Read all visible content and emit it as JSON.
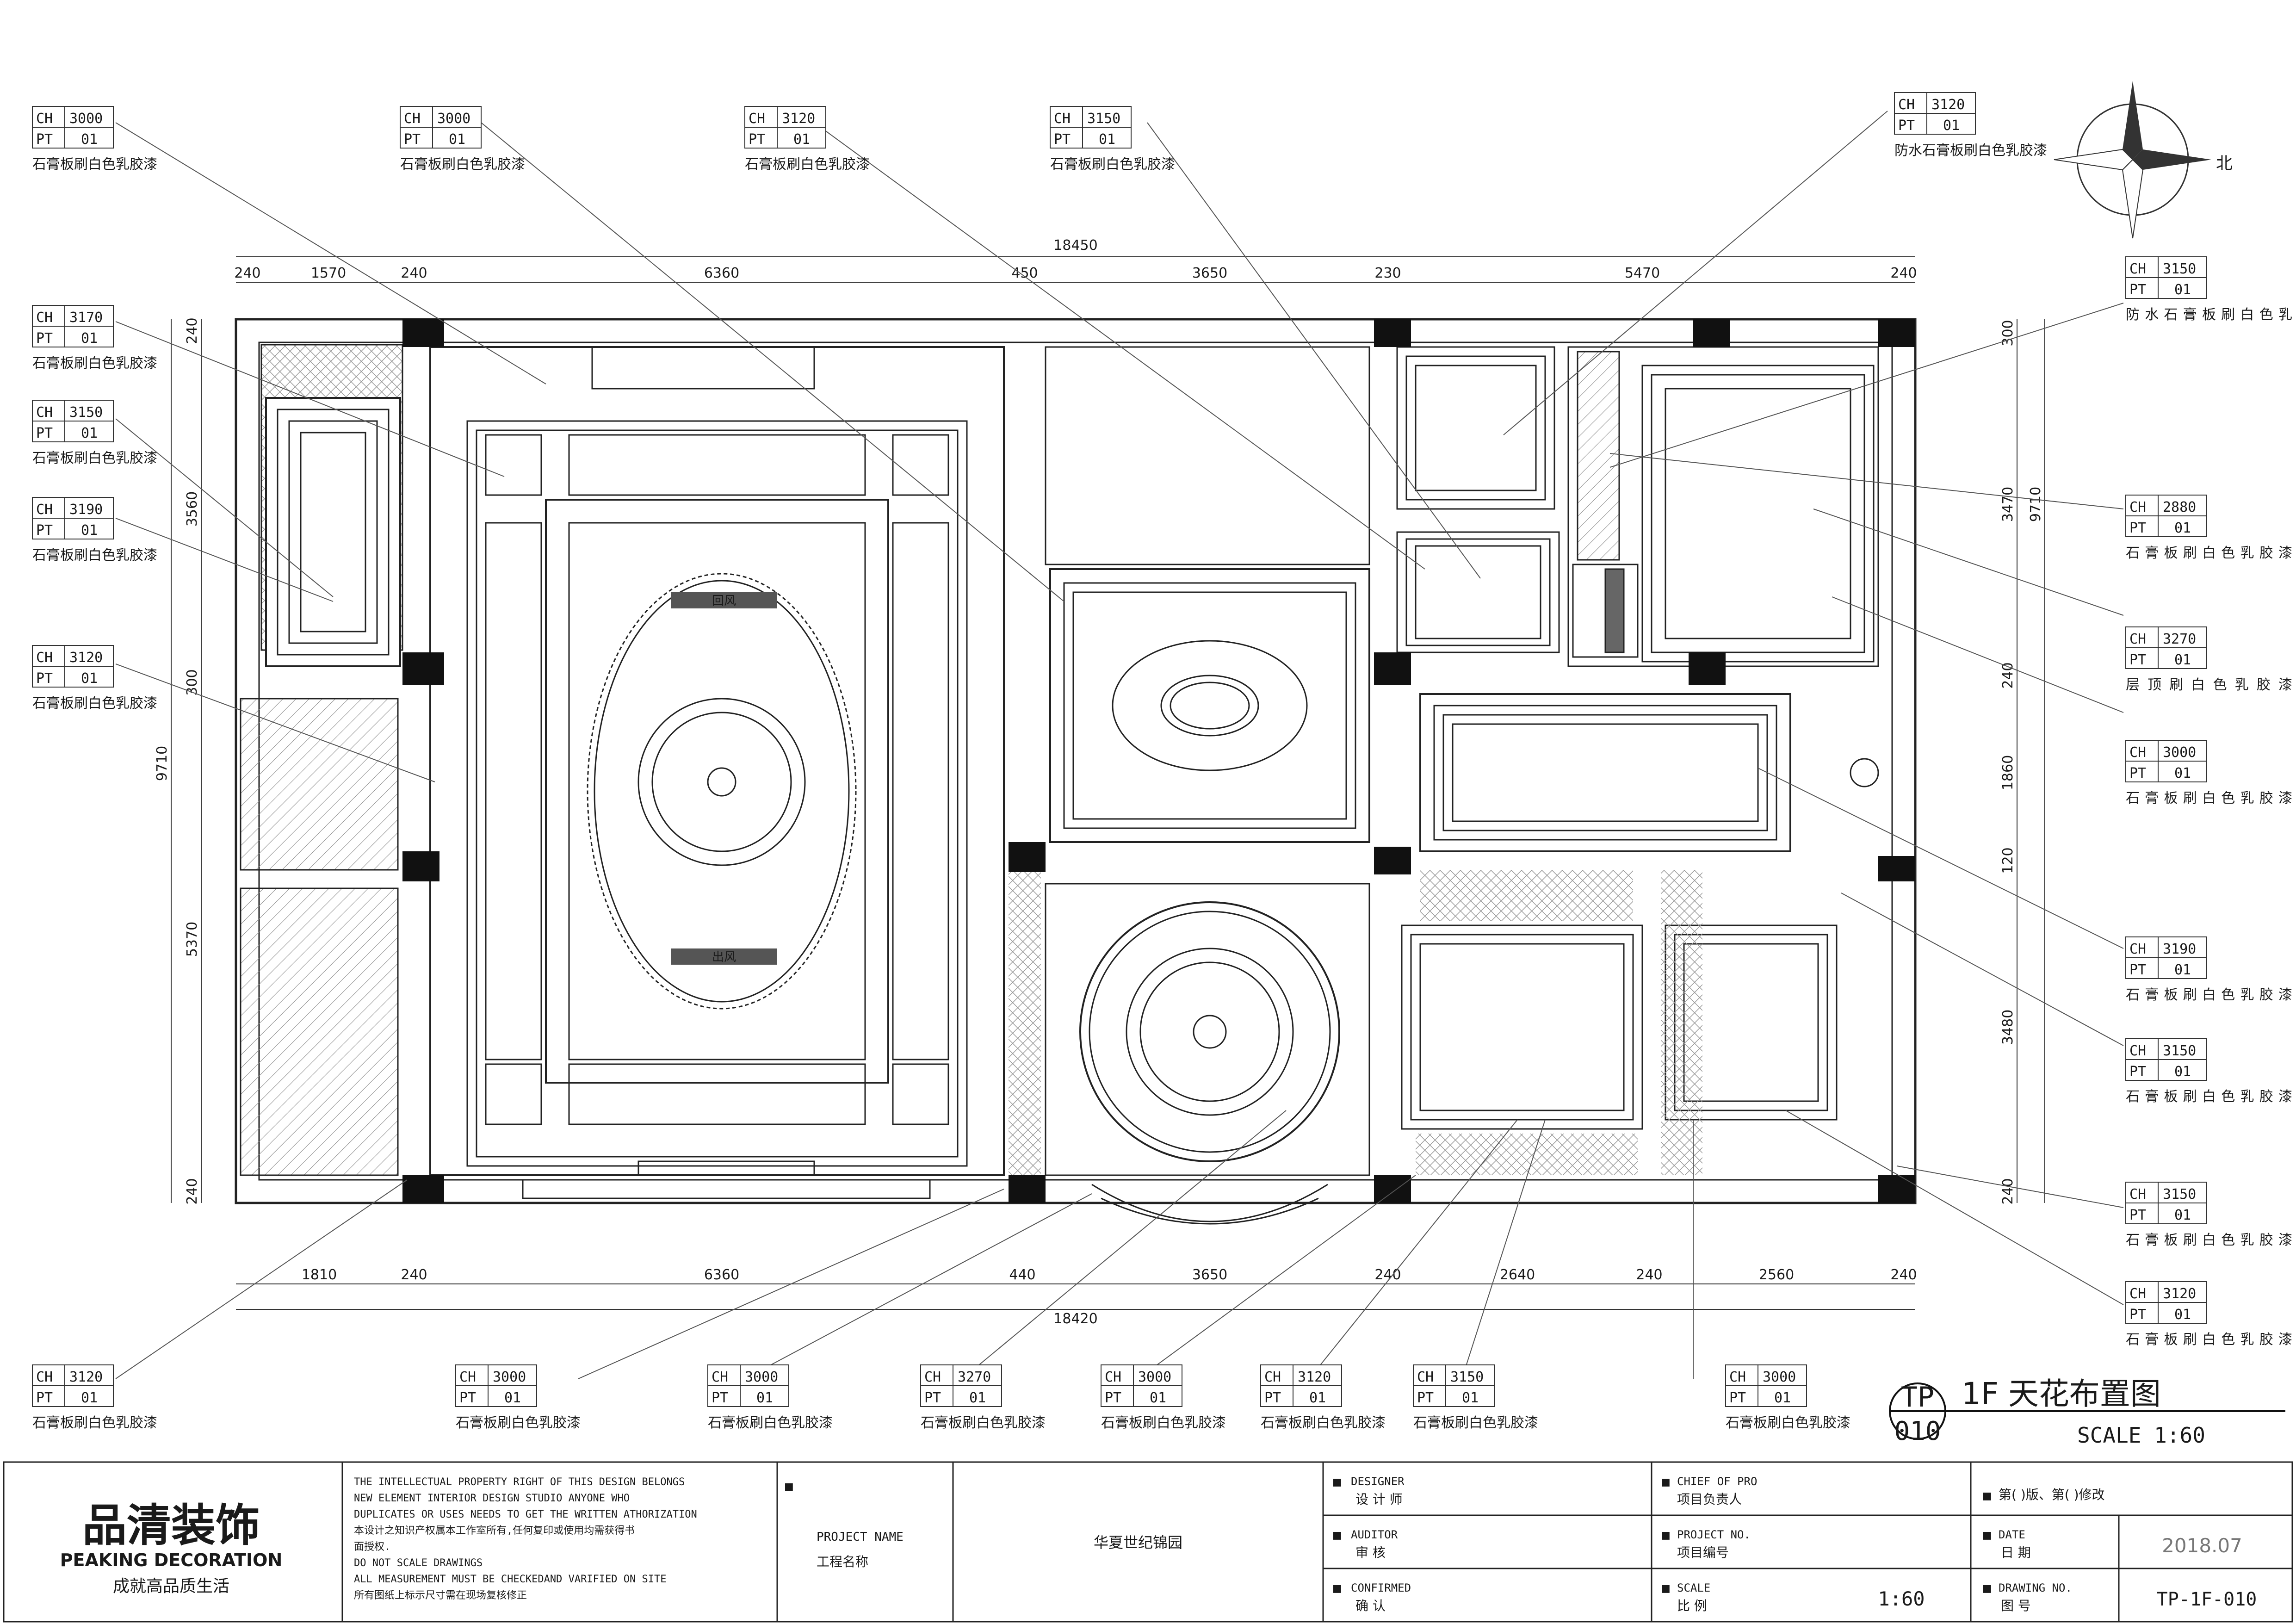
{
  "drawing": {
    "north_label": "北",
    "title_code": "TP",
    "title_number": "010",
    "title": "1F  天花布置图",
    "scale_text": "SCALE 1:60"
  },
  "dimensions": {
    "top_total": "18450",
    "top": [
      "240",
      "1570",
      "240",
      "6360",
      "450",
      "3650",
      "230",
      "5470",
      "240"
    ],
    "bottom_total": "18420",
    "bottom": [
      "1810",
      "240",
      "6360",
      "440",
      "3650",
      "240",
      "2640",
      "240",
      "2560",
      "240"
    ],
    "left": [
      "240",
      "3560",
      "300",
      "5370",
      "240"
    ],
    "left_total": "9710",
    "right": [
      "300",
      "3470",
      "240",
      "1860",
      "120",
      "3480",
      "240"
    ],
    "right_total": "9710"
  },
  "room_labels": {
    "vent_top": "回风",
    "vent_bottom": "出风"
  },
  "tags": [
    {
      "ch": "CH",
      "h": "3000",
      "pt": "PT",
      "code": "01",
      "note": "石膏板刷白色乳胶漆"
    },
    {
      "ch": "CH",
      "h": "3000",
      "pt": "PT",
      "code": "01",
      "note": "石膏板刷白色乳胶漆"
    },
    {
      "ch": "CH",
      "h": "3120",
      "pt": "PT",
      "code": "01",
      "note": "石膏板刷白色乳胶漆"
    },
    {
      "ch": "CH",
      "h": "3150",
      "pt": "PT",
      "code": "01",
      "note": "石膏板刷白色乳胶漆"
    },
    {
      "ch": "CH",
      "h": "3120",
      "pt": "PT",
      "code": "01",
      "note": "防水石膏板刷白色乳胶漆"
    },
    {
      "ch": "CH",
      "h": "3150",
      "pt": "PT",
      "code": "01",
      "note": "防水石膏板刷白色乳"
    },
    {
      "ch": "CH",
      "h": "3170",
      "pt": "PT",
      "code": "01",
      "note": "石膏板刷白色乳胶漆"
    },
    {
      "ch": "CH",
      "h": "3150",
      "pt": "PT",
      "code": "01",
      "note": "石膏板刷白色乳胶漆"
    },
    {
      "ch": "CH",
      "h": "3190",
      "pt": "PT",
      "code": "01",
      "note": "石膏板刷白色乳胶漆"
    },
    {
      "ch": "CH",
      "h": "3120",
      "pt": "PT",
      "code": "01",
      "note": "石膏板刷白色乳胶漆"
    },
    {
      "ch": "CH",
      "h": "2880",
      "pt": "PT",
      "code": "01",
      "note": "石膏板刷白色乳胶漆"
    },
    {
      "ch": "CH",
      "h": "3270",
      "pt": "PT",
      "code": "01",
      "note": "层顶刷白色乳胶漆"
    },
    {
      "ch": "CH",
      "h": "3000",
      "pt": "PT",
      "code": "01",
      "note": "石膏板刷白色乳胶漆"
    },
    {
      "ch": "CH",
      "h": "3190",
      "pt": "PT",
      "code": "01",
      "note": "石膏板刷白色乳胶漆"
    },
    {
      "ch": "CH",
      "h": "3150",
      "pt": "PT",
      "code": "01",
      "note": "石膏板刷白色乳胶漆"
    },
    {
      "ch": "CH",
      "h": "3150",
      "pt": "PT",
      "code": "01",
      "note": "石膏板刷白色乳胶漆"
    },
    {
      "ch": "CH",
      "h": "3120",
      "pt": "PT",
      "code": "01",
      "note": "石膏板刷白色乳胶漆"
    },
    {
      "ch": "CH",
      "h": "3120",
      "pt": "PT",
      "code": "01",
      "note": "石膏板刷白色乳胶漆"
    },
    {
      "ch": "CH",
      "h": "3000",
      "pt": "PT",
      "code": "01",
      "note": "石膏板刷白色乳胶漆"
    },
    {
      "ch": "CH",
      "h": "3000",
      "pt": "PT",
      "code": "01",
      "note": "石膏板刷白色乳胶漆"
    },
    {
      "ch": "CH",
      "h": "3270",
      "pt": "PT",
      "code": "01",
      "note": "石膏板刷白色乳胶漆"
    },
    {
      "ch": "CH",
      "h": "3000",
      "pt": "PT",
      "code": "01",
      "note": "石膏板刷白色乳胶漆"
    },
    {
      "ch": "CH",
      "h": "3120",
      "pt": "PT",
      "code": "01",
      "note": "石膏板刷白色乳胶漆"
    },
    {
      "ch": "CH",
      "h": "3150",
      "pt": "PT",
      "code": "01",
      "note": "石膏板刷白色乳胶漆"
    },
    {
      "ch": "CH",
      "h": "3000",
      "pt": "PT",
      "code": "01",
      "note": "石膏板刷白色乳胶漆"
    }
  ],
  "title_block": {
    "logo_cn": "品清装饰",
    "logo_en": "PEAKING DECORATION",
    "slogan": "成就高品质生活",
    "legal": [
      "THE INTELLECTUAL PROPERTY RIGHT OF THIS DESIGN BELONGS",
      "NEW ELEMENT INTERIOR DESIGN STUDIO ANYONE WHO",
      "DUPLICATES OR USES NEEDS TO GET THE WRITTEN ATHORIZATION",
      "本设计之知识产权属本工作室所有,任何复印或使用均需获得书",
      "面授权.",
      "DO NOT SCALE DRAWINGS",
      "ALL MEASUREMENT MUST BE CHECKEDAND VARIFIED ON SITE",
      "所有图纸上标示尺寸需在现场复核修正"
    ],
    "bullet": "■",
    "project_name_en": "PROJECT NAME",
    "project_name_cn": "工程名称",
    "project_name_value": "华夏世纪锦园",
    "designer_en": "DESIGNER",
    "designer_cn": "设 计 师",
    "auditor_en": "AUDITOR",
    "auditor_cn": "审   核",
    "confirmed_en": "CONFIRMED",
    "confirmed_cn": "确   认",
    "chief_en": "CHIEF OF PRO",
    "chief_cn": "项目负责人",
    "project_no_en": "PROJECT NO.",
    "project_no_cn": "项目编号",
    "scale_en": "SCALE",
    "scale_cn": "比   例",
    "scale_value": "1:60",
    "revision": "第(       )版、第(       )修改",
    "date_en": "DATE",
    "date_cn": "日   期",
    "date_value": "2018.07",
    "drawing_no_en": "DRAWING NO.",
    "drawing_no_cn": "图   号",
    "drawing_no_value": "TP-1F-010"
  }
}
